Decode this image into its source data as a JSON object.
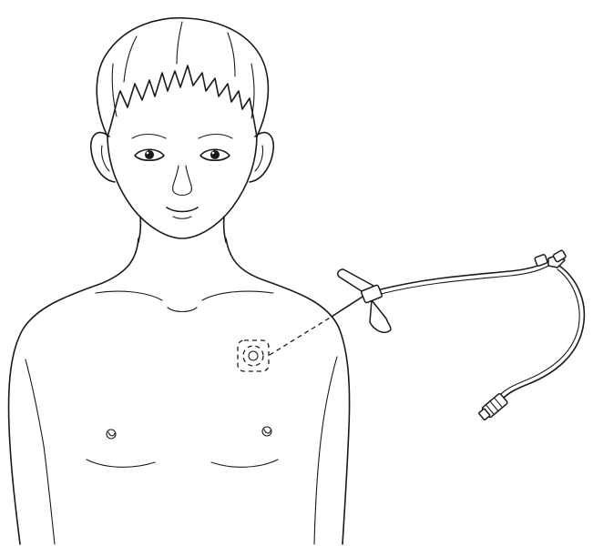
{
  "illustration": {
    "subject": "child",
    "device": "implanted-port",
    "accessory": "winged-infusion-set",
    "line_color": "#1a1a1a",
    "background_color": "#ffffff"
  }
}
